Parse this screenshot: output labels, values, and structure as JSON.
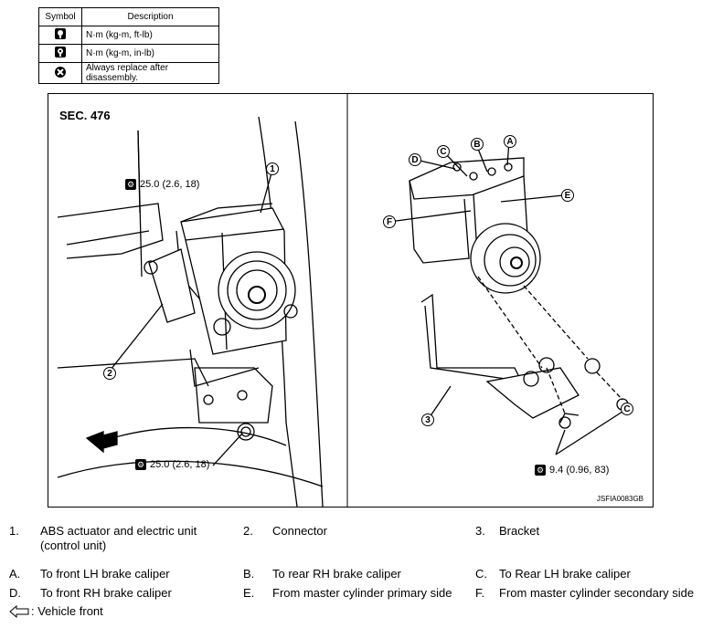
{
  "legend": {
    "header_symbol": "Symbol",
    "header_description": "Description",
    "rows": [
      {
        "icon": "torque-wrench-icon",
        "description": "N·m (kg-m, ft-lb)"
      },
      {
        "icon": "torque-wrench-inlb-icon",
        "description": "N·m (kg-m, in-lb)"
      },
      {
        "icon": "replace-x-icon",
        "description": "Always replace after disassembly."
      }
    ]
  },
  "figure": {
    "section": "SEC. 476",
    "code": "JSFIA0083GB",
    "torque_top": "25.0 (2.6, 18)",
    "torque_bottom": "25.0 (2.6, 18)",
    "torque_right": "9.4 (0.96, 83)",
    "callouts": {
      "n1": "1",
      "n2": "2",
      "n3": "3",
      "a": "A",
      "b": "B",
      "c": "C",
      "d": "D",
      "e": "E",
      "f": "F"
    }
  },
  "captions": {
    "item1_num": "1.",
    "item1_text": "ABS actuator and electric unit (control unit)",
    "item2_num": "2.",
    "item2_text": "Connector",
    "item3_num": "3.",
    "item3_text": "Bracket",
    "a_num": "A.",
    "a_text": "To front LH brake caliper",
    "b_num": "B.",
    "b_text": "To rear RH brake caliper",
    "c_num": "C.",
    "c_text": "To Rear LH brake caliper",
    "d_num": "D.",
    "d_text": "To front RH brake caliper",
    "e_num": "E.",
    "e_text": "From master cylinder primary side",
    "f_num": "F.",
    "f_text": "From master cylinder secondary side",
    "vehicle_front": ": Vehicle front"
  }
}
